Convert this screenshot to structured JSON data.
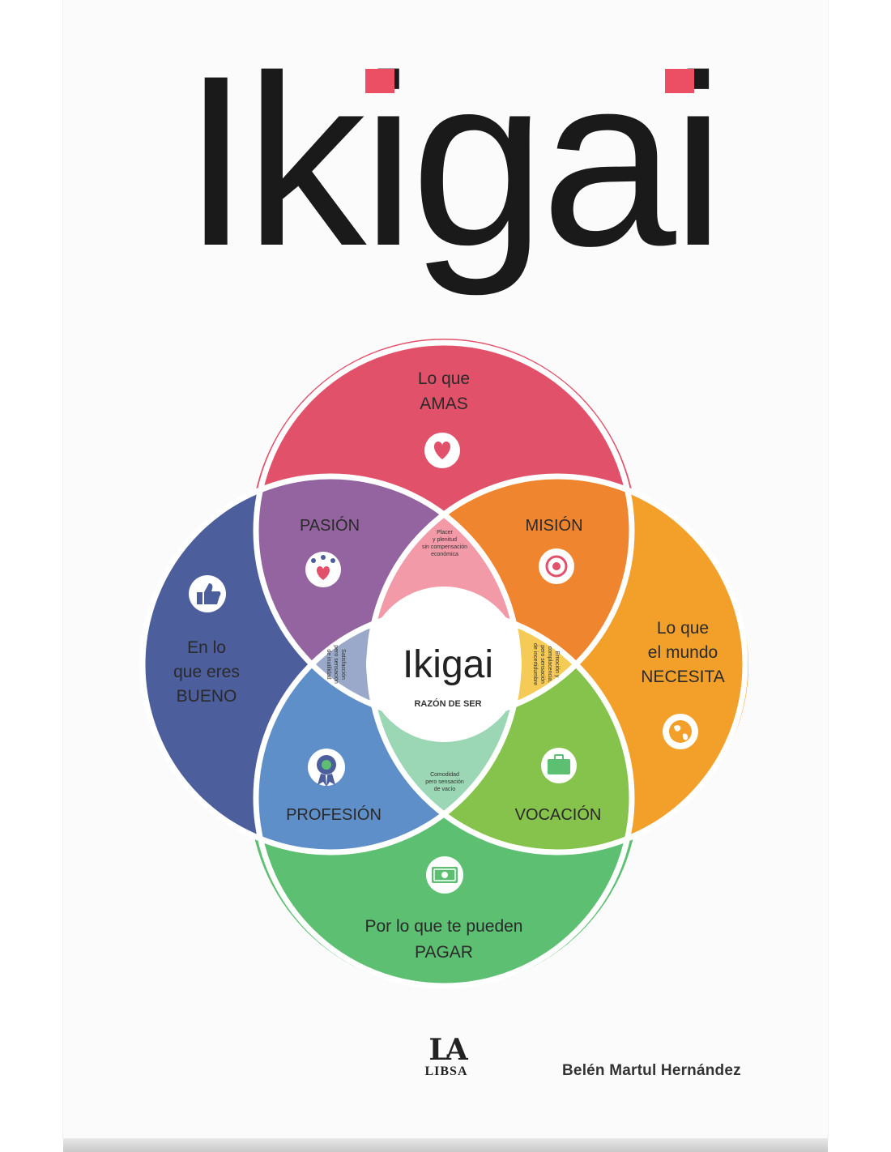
{
  "cover": {
    "title": "Ikigai",
    "author": "Belén Martul Hernández",
    "publisher_mark": "LA",
    "publisher_name": "LIBSA",
    "accent_color": "#ec4f63"
  },
  "diagram": {
    "top": {
      "line1": "Lo que",
      "line2": "AMAS",
      "icon": "heart-icon",
      "color": "#e2516a"
    },
    "left": {
      "line1": "En lo",
      "line2": "que eres",
      "line3": "BUENO",
      "icon": "thumbs-up-icon",
      "color": "#4c5e9c"
    },
    "right": {
      "line1": "Lo que",
      "line2": "el mundo",
      "line3": "NECESITA",
      "icon": "globe-icon",
      "color": "#f2a02a"
    },
    "bottom": {
      "line1": "Por lo que te pueden",
      "line2": "PAGAR",
      "icon": "money-icon",
      "color": "#5cbf72"
    },
    "pasion": {
      "label": "PASIÓN",
      "icon": "stars-heart-icon",
      "color": "#93649f"
    },
    "mision": {
      "label": "MISIÓN",
      "icon": "target-icon",
      "color": "#f0852f"
    },
    "profesion": {
      "label": "PROFESIÓN",
      "icon": "award-icon",
      "color": "#5f8fc8"
    },
    "vocacion": {
      "label": "VOCACIÓN",
      "icon": "briefcase-icon",
      "color": "#86c34c"
    },
    "center": {
      "title": "Ikigai",
      "subtitle": "RAZÓN DE SER"
    },
    "petals": {
      "top": [
        "Placer",
        "y plenitud",
        "sin compensación",
        "económica"
      ],
      "left": [
        "Satisfacción",
        "pero sensación",
        "de inutilidad"
      ],
      "right": [
        "Emoción y",
        "complacencia,",
        "pero sensación",
        "de incertidumbre"
      ],
      "bottom": [
        "Comodidad",
        "pero sensación",
        "de vacío"
      ]
    }
  }
}
